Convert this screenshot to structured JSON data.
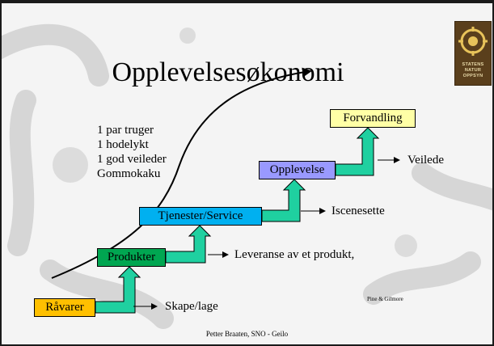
{
  "title": "Opplevelsesøkonomi",
  "list_items": [
    "1 par truger",
    "1 hodelykt",
    "1 god veileder",
    "Gommokaku"
  ],
  "steps": [
    {
      "label": "Råvarer",
      "fill": "#ffc000",
      "text_color": "#000000",
      "outcome": "Skape/lage"
    },
    {
      "label": "Produkter",
      "fill": "#00a651",
      "text_color": "#000000",
      "outcome": "Leveranse av et produkt,"
    },
    {
      "label": "Tjenester/Service",
      "fill": "#00b0f0",
      "text_color": "#000000",
      "outcome": "Iscenesette"
    },
    {
      "label": "Opplevelse",
      "fill": "#9999ff",
      "text_color": "#000000",
      "outcome": "Veilede"
    },
    {
      "label": "Forvandling",
      "fill": "#ffffa6",
      "text_color": "#000000",
      "outcome": ""
    }
  ],
  "connector_color": "#1fd0a0",
  "credit": "Pine & Gilmore",
  "footer": "Petter Braaten, SNO - Geilo",
  "logo": {
    "line1": "STATENS",
    "line2": "NATUR",
    "line3": "OPPSYN"
  }
}
